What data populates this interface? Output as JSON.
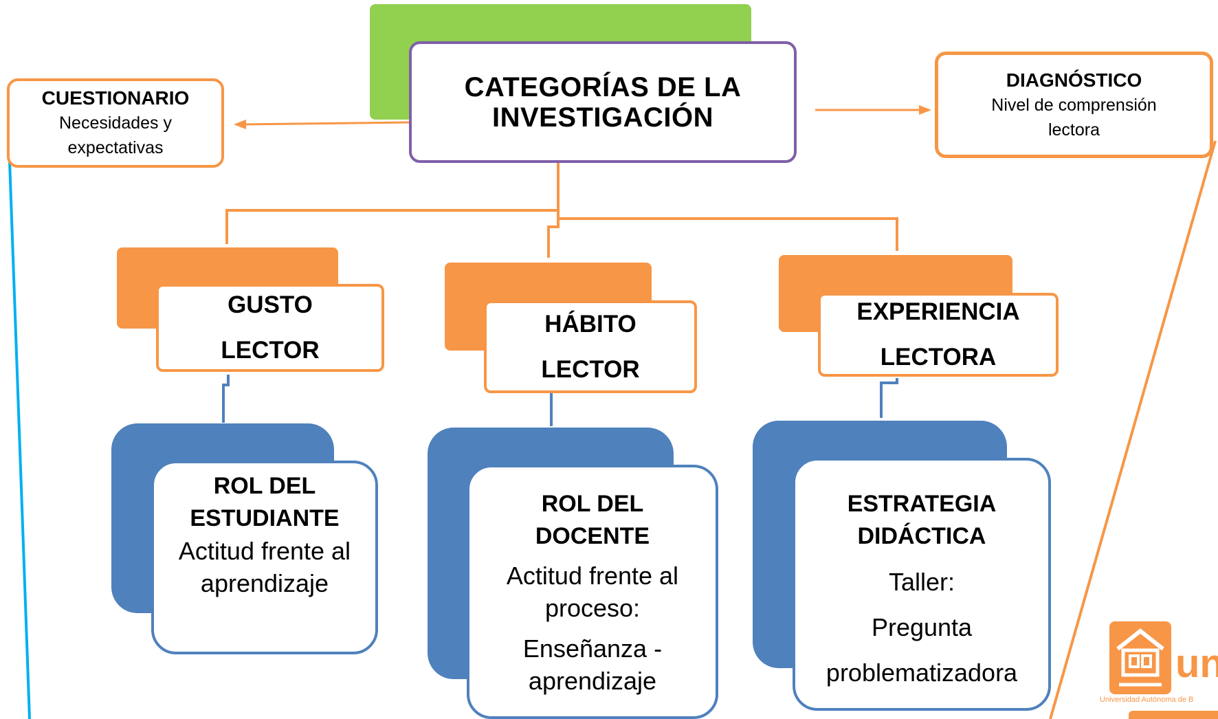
{
  "title": {
    "line1": "CATEGORÍAS DE LA",
    "line2": "INVESTIGACIÓN"
  },
  "left_node": {
    "heading": "CUESTIONARIO",
    "line1": "Necesidades y",
    "line2": "expectativas"
  },
  "right_node": {
    "heading": "DIAGNÓSTICO",
    "line1": "Nivel de comprensión",
    "line2": "lectora"
  },
  "categories": [
    {
      "line1": "GUSTO",
      "line2": "LECTOR",
      "role": {
        "head1": "ROL DEL",
        "head2": "ESTUDIANTE",
        "body": [
          "Actitud frente al",
          "aprendizaje"
        ]
      }
    },
    {
      "line1": "HÁBITO",
      "line2": "LECTOR",
      "role": {
        "head1": "ROL DEL",
        "head2": "DOCENTE",
        "body": [
          "Actitud frente al",
          "proceso:",
          "Enseñanza -",
          "aprendizaje"
        ]
      }
    },
    {
      "line1": "EXPERIENCIA",
      "line2": "LECTORA",
      "role": {
        "head1": "ESTRATEGIA",
        "head2": "DIDÁCTICA",
        "body": [
          "Taller:",
          "Pregunta",
          "problematizadora"
        ]
      }
    }
  ],
  "logo": {
    "text": "un",
    "caption": "Universidad Autónoma de B"
  },
  "colors": {
    "green": "#92d050",
    "orange": "#f79646",
    "blue": "#4f81bd",
    "purple": "#7f5fa8",
    "sky_line": "#00b0f0"
  }
}
